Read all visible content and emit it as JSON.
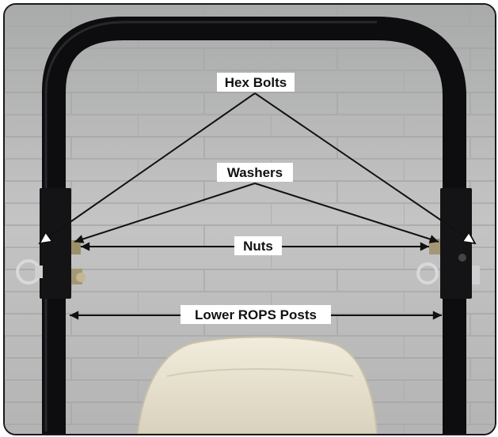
{
  "labels": {
    "hex_bolts": "Hex Bolts",
    "washers": "Washers",
    "nuts": "Nuts",
    "lower_rops_posts": "Lower ROPS Posts"
  },
  "colors": {
    "wall": "#bcbdbc",
    "frame_tube": "#0d0d0f",
    "seat": "#e9e3d2",
    "arrow": "#111111",
    "label_bg": "#ffffff"
  }
}
